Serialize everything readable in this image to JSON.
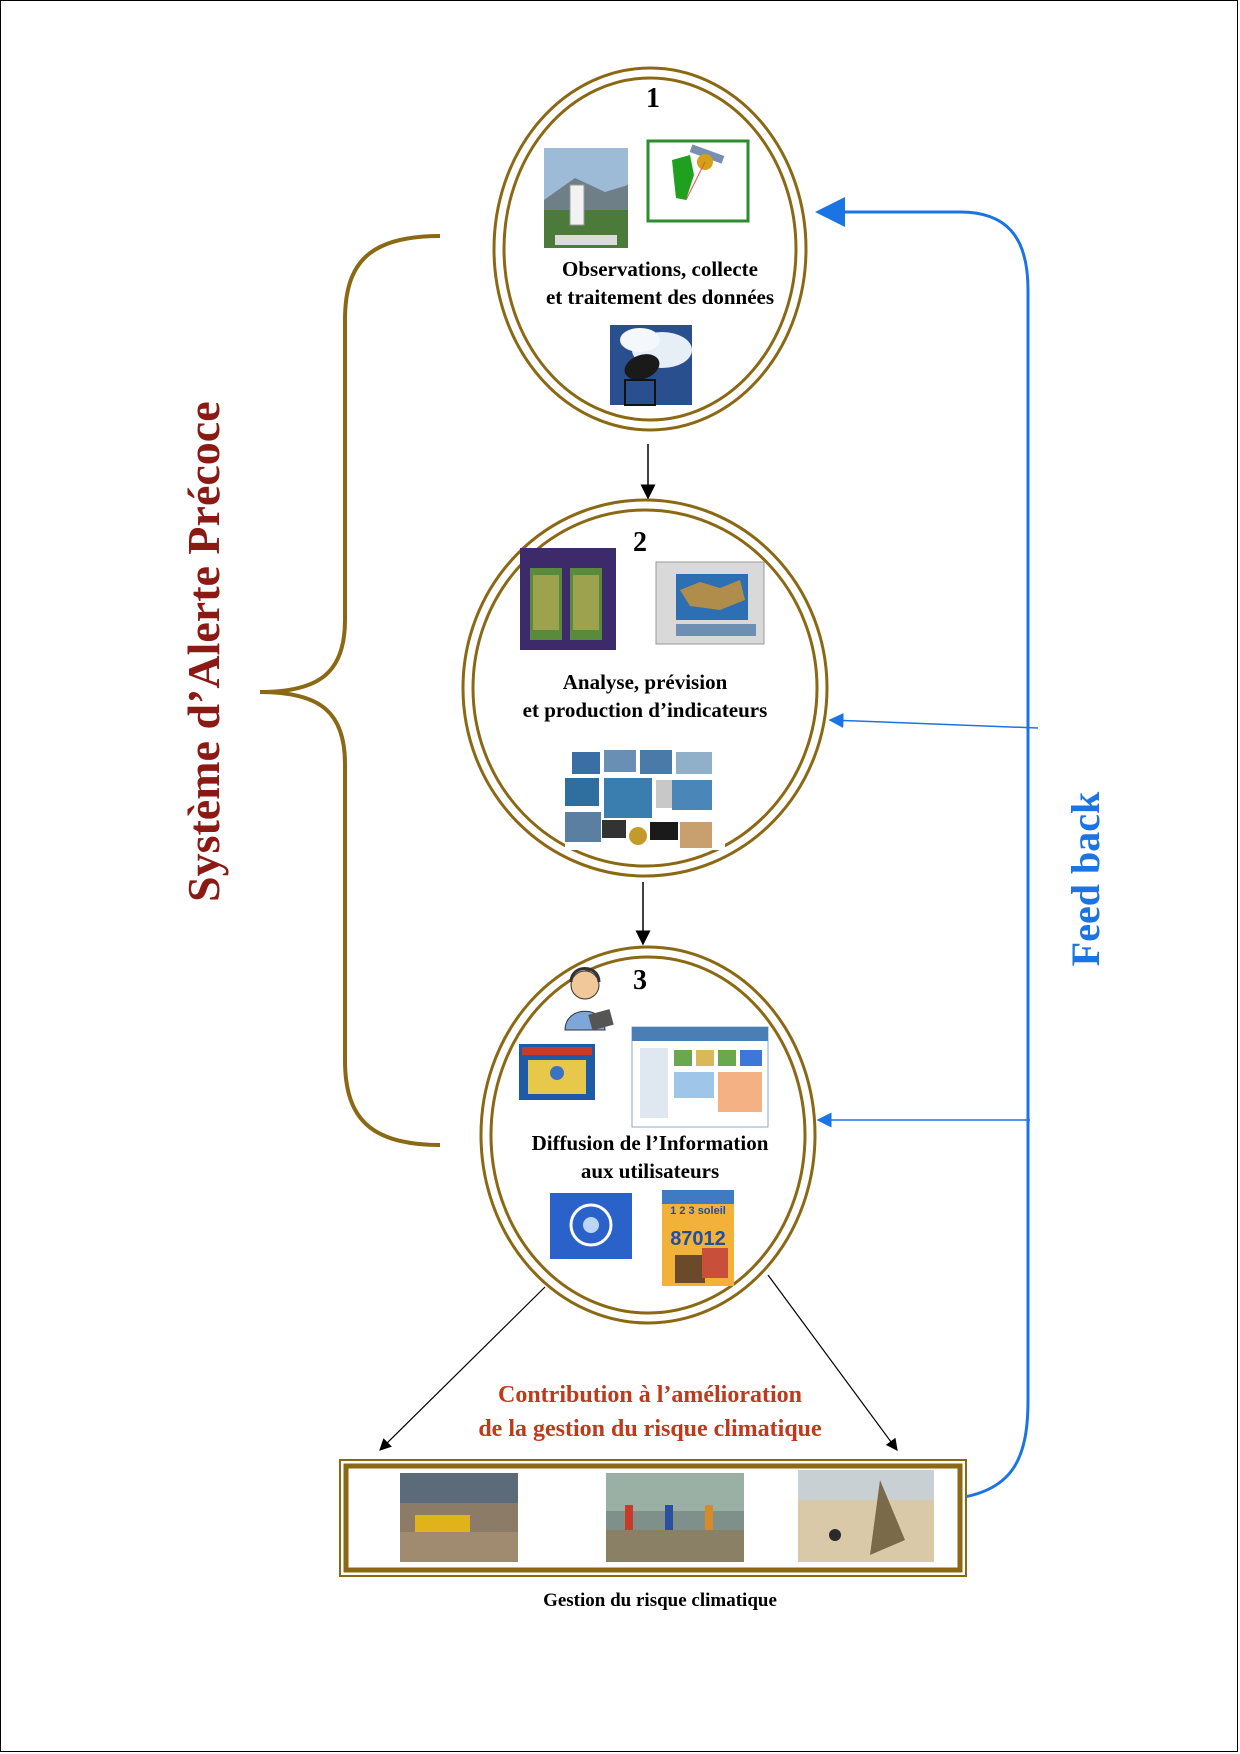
{
  "title_vertical": "Système d’Alerte Précoce",
  "feedback_label": "Feed back",
  "steps": [
    {
      "number": "1",
      "label_line1": "Observations, collecte",
      "label_line2": "et traitement des données"
    },
    {
      "number": "2",
      "label_line1": "Analyse, prévision",
      "label_line2": "et production d’indicateurs"
    },
    {
      "number": "3",
      "label_line1": "Diffusion  de l’Information",
      "label_line2": "aux utilisateurs"
    }
  ],
  "step3_badge": {
    "line1": "1 2 3 soleil",
    "line2": "87012"
  },
  "contribution_line1": "Contribution à l’amélioration",
  "contribution_line2": "de la gestion du risque climatique",
  "caption": "Gestion du risque climatique",
  "colors": {
    "gold": "#8b6914",
    "blue": "#1b74e4",
    "dark_red": "#8b1a14",
    "orange_red": "#c0391b"
  }
}
